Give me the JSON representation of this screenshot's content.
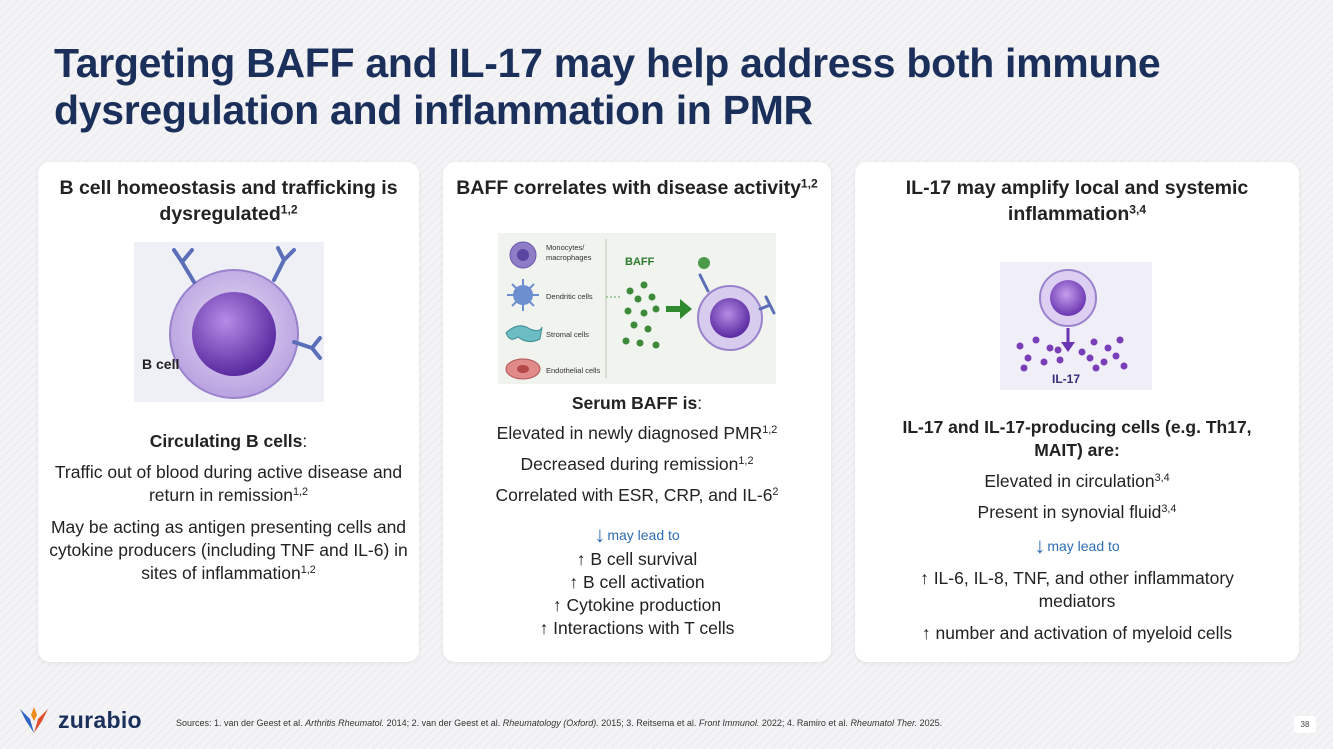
{
  "title": "Targeting BAFF and IL-17 may help address both immune dysregulation and inflammation in PMR",
  "cards": [
    {
      "title": "B cell homeostasis and trafficking is dysregulated",
      "title_sup": "1,2",
      "image_label": "B cell",
      "heading": "Circulating B cells",
      "heading_suffix": ":",
      "items": [
        {
          "text": "Traffic out of blood during active disease and return in remission",
          "sup": "1,2"
        },
        {
          "text": "May be acting as antigen presenting cells and cytokine producers (including TNF and IL-6) in sites of inflammation",
          "sup": "1,2"
        }
      ]
    },
    {
      "title": "BAFF correlates with disease activity",
      "title_sup": "1,2",
      "image_labels": {
        "monocytes": "Monocytes/ macrophages",
        "dendritic": "Dendritic cells",
        "stromal": "Stromal cells",
        "endothelial": "Endothelial cells",
        "baff": "BAFF"
      },
      "heading": "Serum BAFF is",
      "heading_suffix": ":",
      "items": [
        {
          "text": "Elevated in newly diagnosed PMR",
          "sup": "1,2"
        },
        {
          "text": "Decreased during remission",
          "sup": "1,2"
        },
        {
          "text": "Correlated with ESR, CRP, and IL-6",
          "sup": "2"
        }
      ],
      "arrow_note": "may lead to",
      "outcomes": [
        "↑ B cell survival",
        "↑ B cell activation",
        "↑ Cytokine production",
        "↑ Interactions with T cells"
      ]
    },
    {
      "title": "IL-17 may amplify local and systemic inflammation",
      "title_sup": "3,4",
      "image_label": "IL-17",
      "heading": "IL-17 and IL-17-producing cells (e.g. Th17, MAIT) are:",
      "items": [
        {
          "text": "Elevated in circulation",
          "sup": "3,4"
        },
        {
          "text": "Present in synovial fluid",
          "sup": "3,4"
        }
      ],
      "arrow_note": "may lead to",
      "outcomes": [
        "↑ IL-6, IL-8, TNF, and other inflammatory mediators",
        "↑ number and activation of myeloid cells"
      ]
    }
  ],
  "footer": {
    "logo_text": "zurabio",
    "sources_prefix": "Sources: ",
    "sources": [
      {
        "plain": "1. van der Geest et al. ",
        "italic": "Arthritis Rheumatol.",
        "tail": " 2014; "
      },
      {
        "plain": "2. van der Geest et al. ",
        "italic": "Rheumatology (Oxford).",
        "tail": " 2015; "
      },
      {
        "plain": "3. Reitsema et al. ",
        "italic": "Front Immunol.",
        "tail": " 2022; "
      },
      {
        "plain": "4. Ramiro et al. ",
        "italic": "Rheumatol Ther.",
        "tail": " 2025."
      }
    ],
    "page_number": "38"
  },
  "colors": {
    "title": "#1b2f5b",
    "accent_blue": "#2e6db3",
    "cell_purple": "#8a5cc9",
    "baff_green": "#3c8a3a"
  }
}
